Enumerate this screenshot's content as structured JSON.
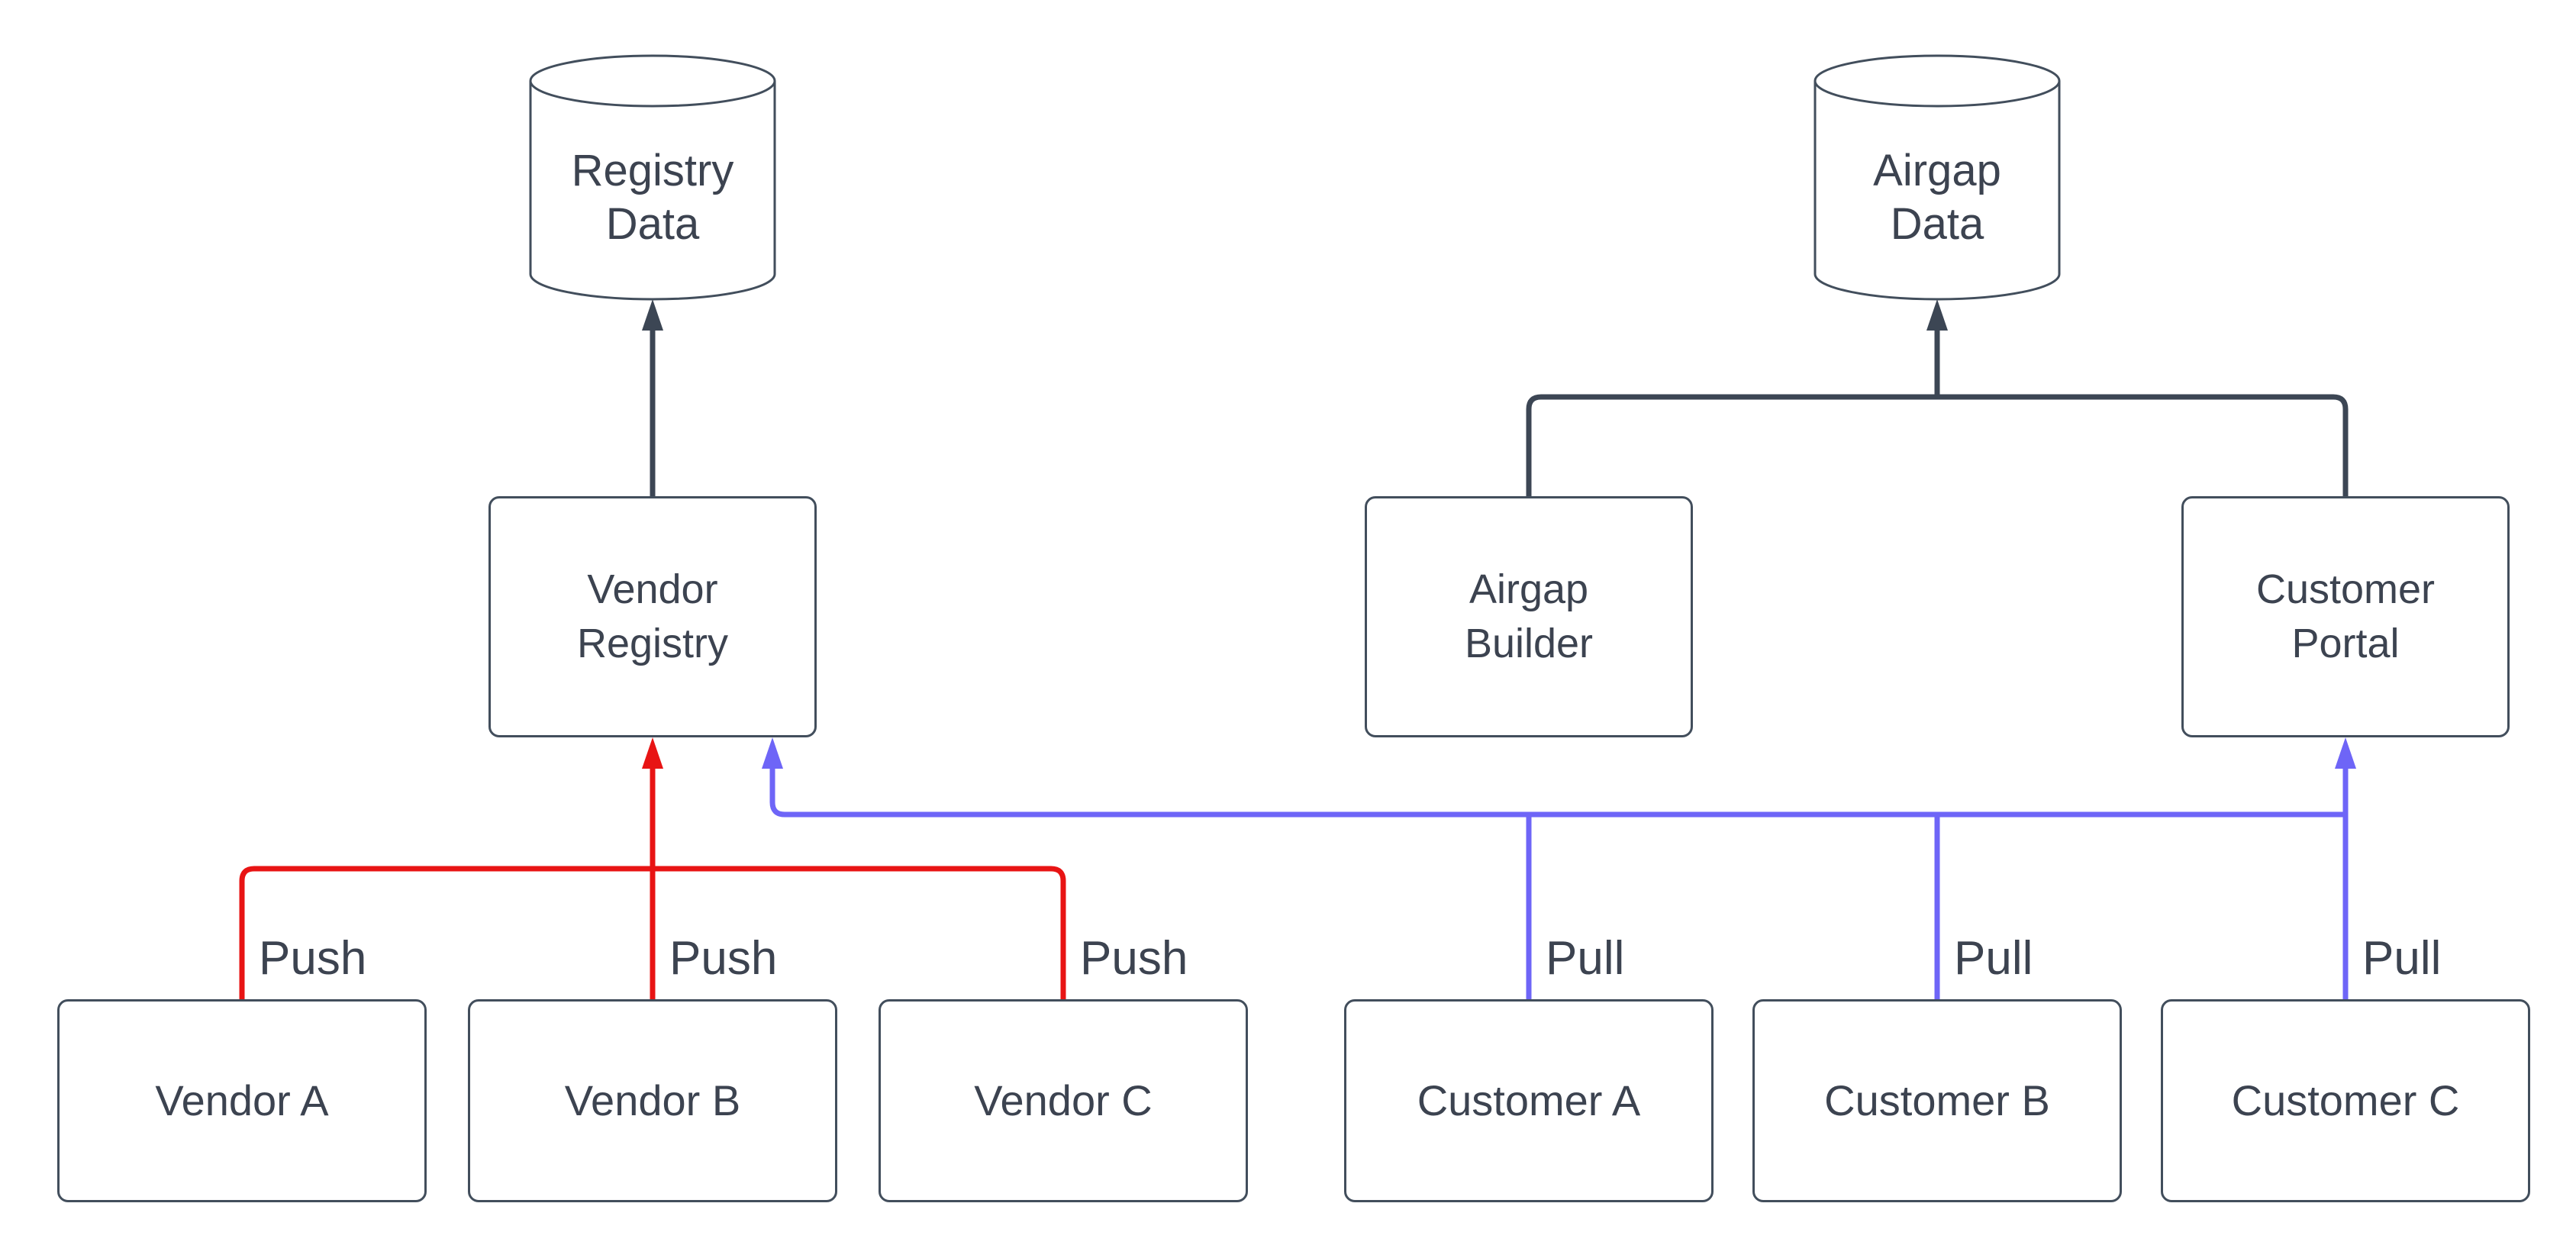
{
  "diagram": {
    "type": "flowchart",
    "background": "#ffffff",
    "colors": {
      "push_edge": "#e81414",
      "pull_edge": "#6e65f7",
      "dark_edge": "#3c4654",
      "shape_border": "#424e5c",
      "text": "#3c4350"
    },
    "nodes": {
      "registry_data": {
        "label": "Registry\nData",
        "shape": "cylinder"
      },
      "airgap_data": {
        "label": "Airgap\nData",
        "shape": "cylinder"
      },
      "vendor_registry": {
        "label": "Vendor\nRegistry",
        "shape": "rectangle"
      },
      "airgap_builder": {
        "label": "Airgap\nBuilder",
        "shape": "rectangle"
      },
      "customer_portal": {
        "label": "Customer\nPortal",
        "shape": "rectangle"
      },
      "vendor_a": {
        "label": "Vendor A",
        "shape": "rectangle"
      },
      "vendor_b": {
        "label": "Vendor B",
        "shape": "rectangle"
      },
      "vendor_c": {
        "label": "Vendor C",
        "shape": "rectangle"
      },
      "customer_a": {
        "label": "Customer A",
        "shape": "rectangle"
      },
      "customer_b": {
        "label": "Customer B",
        "shape": "rectangle"
      },
      "customer_c": {
        "label": "Customer C",
        "shape": "rectangle"
      }
    },
    "edges": [
      {
        "from": "vendor_registry",
        "to": "registry_data",
        "type": "dark",
        "label": ""
      },
      {
        "from": "airgap_builder",
        "to": "airgap_data",
        "type": "dark",
        "label": ""
      },
      {
        "from": "customer_portal",
        "to": "airgap_data",
        "type": "dark",
        "label": ""
      },
      {
        "from": "vendor_a",
        "to": "vendor_registry",
        "type": "push",
        "label": "Push"
      },
      {
        "from": "vendor_b",
        "to": "vendor_registry",
        "type": "push",
        "label": "Push"
      },
      {
        "from": "vendor_c",
        "to": "vendor_registry",
        "type": "push",
        "label": "Push"
      },
      {
        "from": "customer_a",
        "to": "vendor_registry",
        "type": "pull",
        "label": "Pull"
      },
      {
        "from": "customer_b",
        "to": "vendor_registry",
        "type": "pull",
        "label": "Pull"
      },
      {
        "from": "customer_c",
        "to": "customer_portal",
        "type": "pull",
        "label": "Pull"
      }
    ]
  }
}
